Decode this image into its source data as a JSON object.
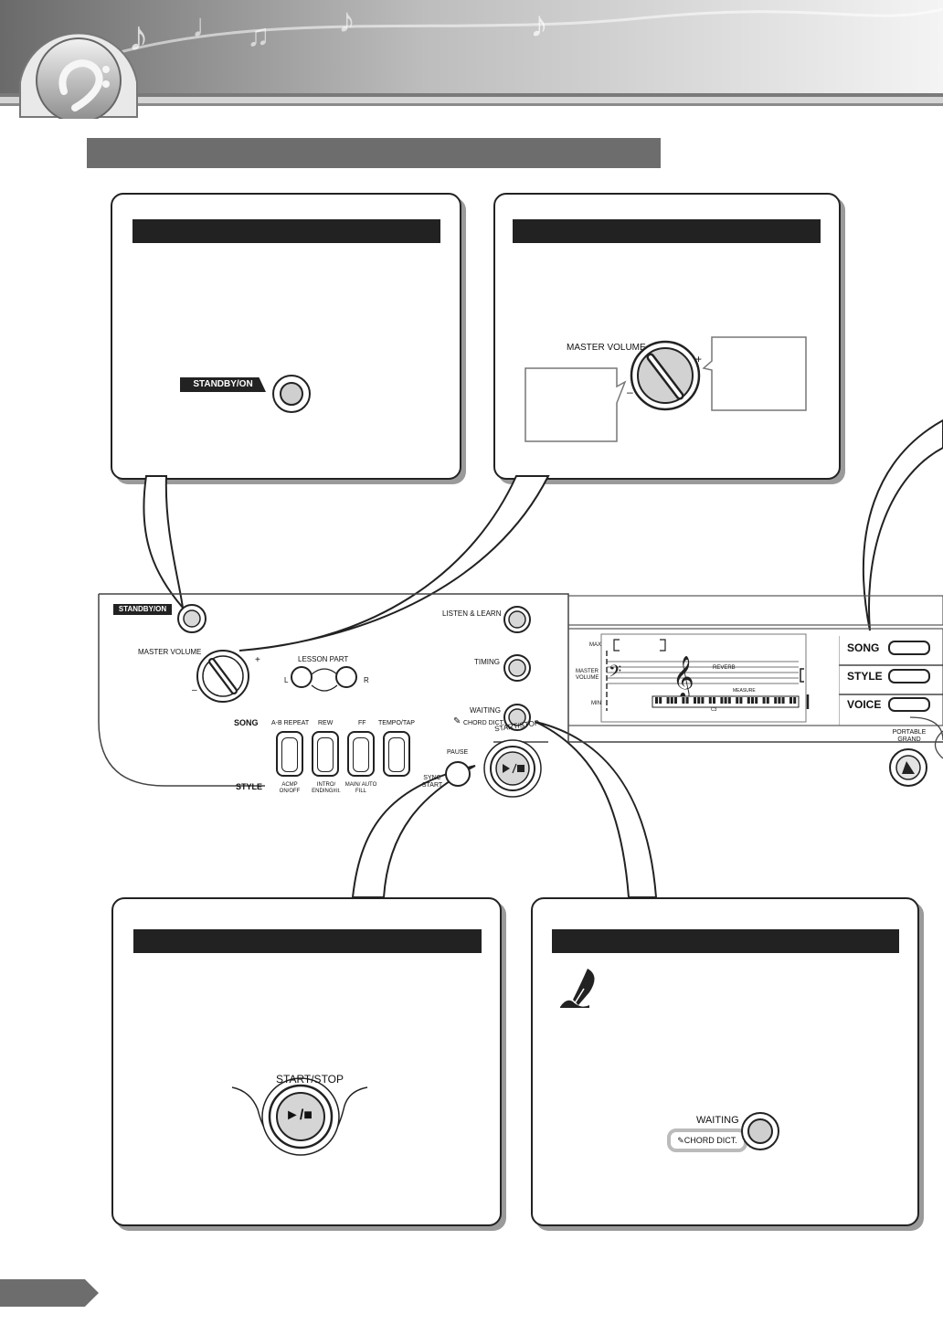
{
  "panel_standby": {
    "button_label": "STANDBY/ON"
  },
  "panel_volume": {
    "label": "MASTER VOLUME",
    "plus": "+",
    "minus": "–"
  },
  "panel_startstop": {
    "label": "START/STOP",
    "symbol": "►/■"
  },
  "panel_waiting": {
    "label": "WAITING",
    "sub_label": "CHORD DICT."
  },
  "keyboard": {
    "standby_label": "STANDBY/ON",
    "master_volume": "MASTER VOLUME",
    "plus": "+",
    "minus": "–",
    "lesson_part": "LESSON PART",
    "lesson_l": "L",
    "lesson_r": "R",
    "listen_learn": "LISTEN & LEARN",
    "timing": "TIMING",
    "waiting": "WAITING",
    "chord_dict": "CHORD DICT.",
    "song_row": "SONG",
    "style_row": "STYLE",
    "top_labels": [
      "A-B REPEAT",
      "REW",
      "FF",
      "TEMPO/TAP"
    ],
    "bottom_labels": [
      "ACMP ON/OFF",
      "INTRO/ ENDING/rit.",
      "MAIN/ AUTO FILL",
      ""
    ],
    "pause": "PAUSE",
    "sync_start": "SYNC START",
    "start_stop": "START/STOP",
    "display": {
      "max": "MAX",
      "master_volume": "MASTER VOLUME",
      "min": "MIN",
      "reverb": "REVERB",
      "measure": "MEASURE",
      "c3": "C3"
    },
    "mode_buttons": [
      "SONG",
      "STYLE",
      "VOICE"
    ],
    "portable_grand": "PORTABLE GRAND"
  }
}
